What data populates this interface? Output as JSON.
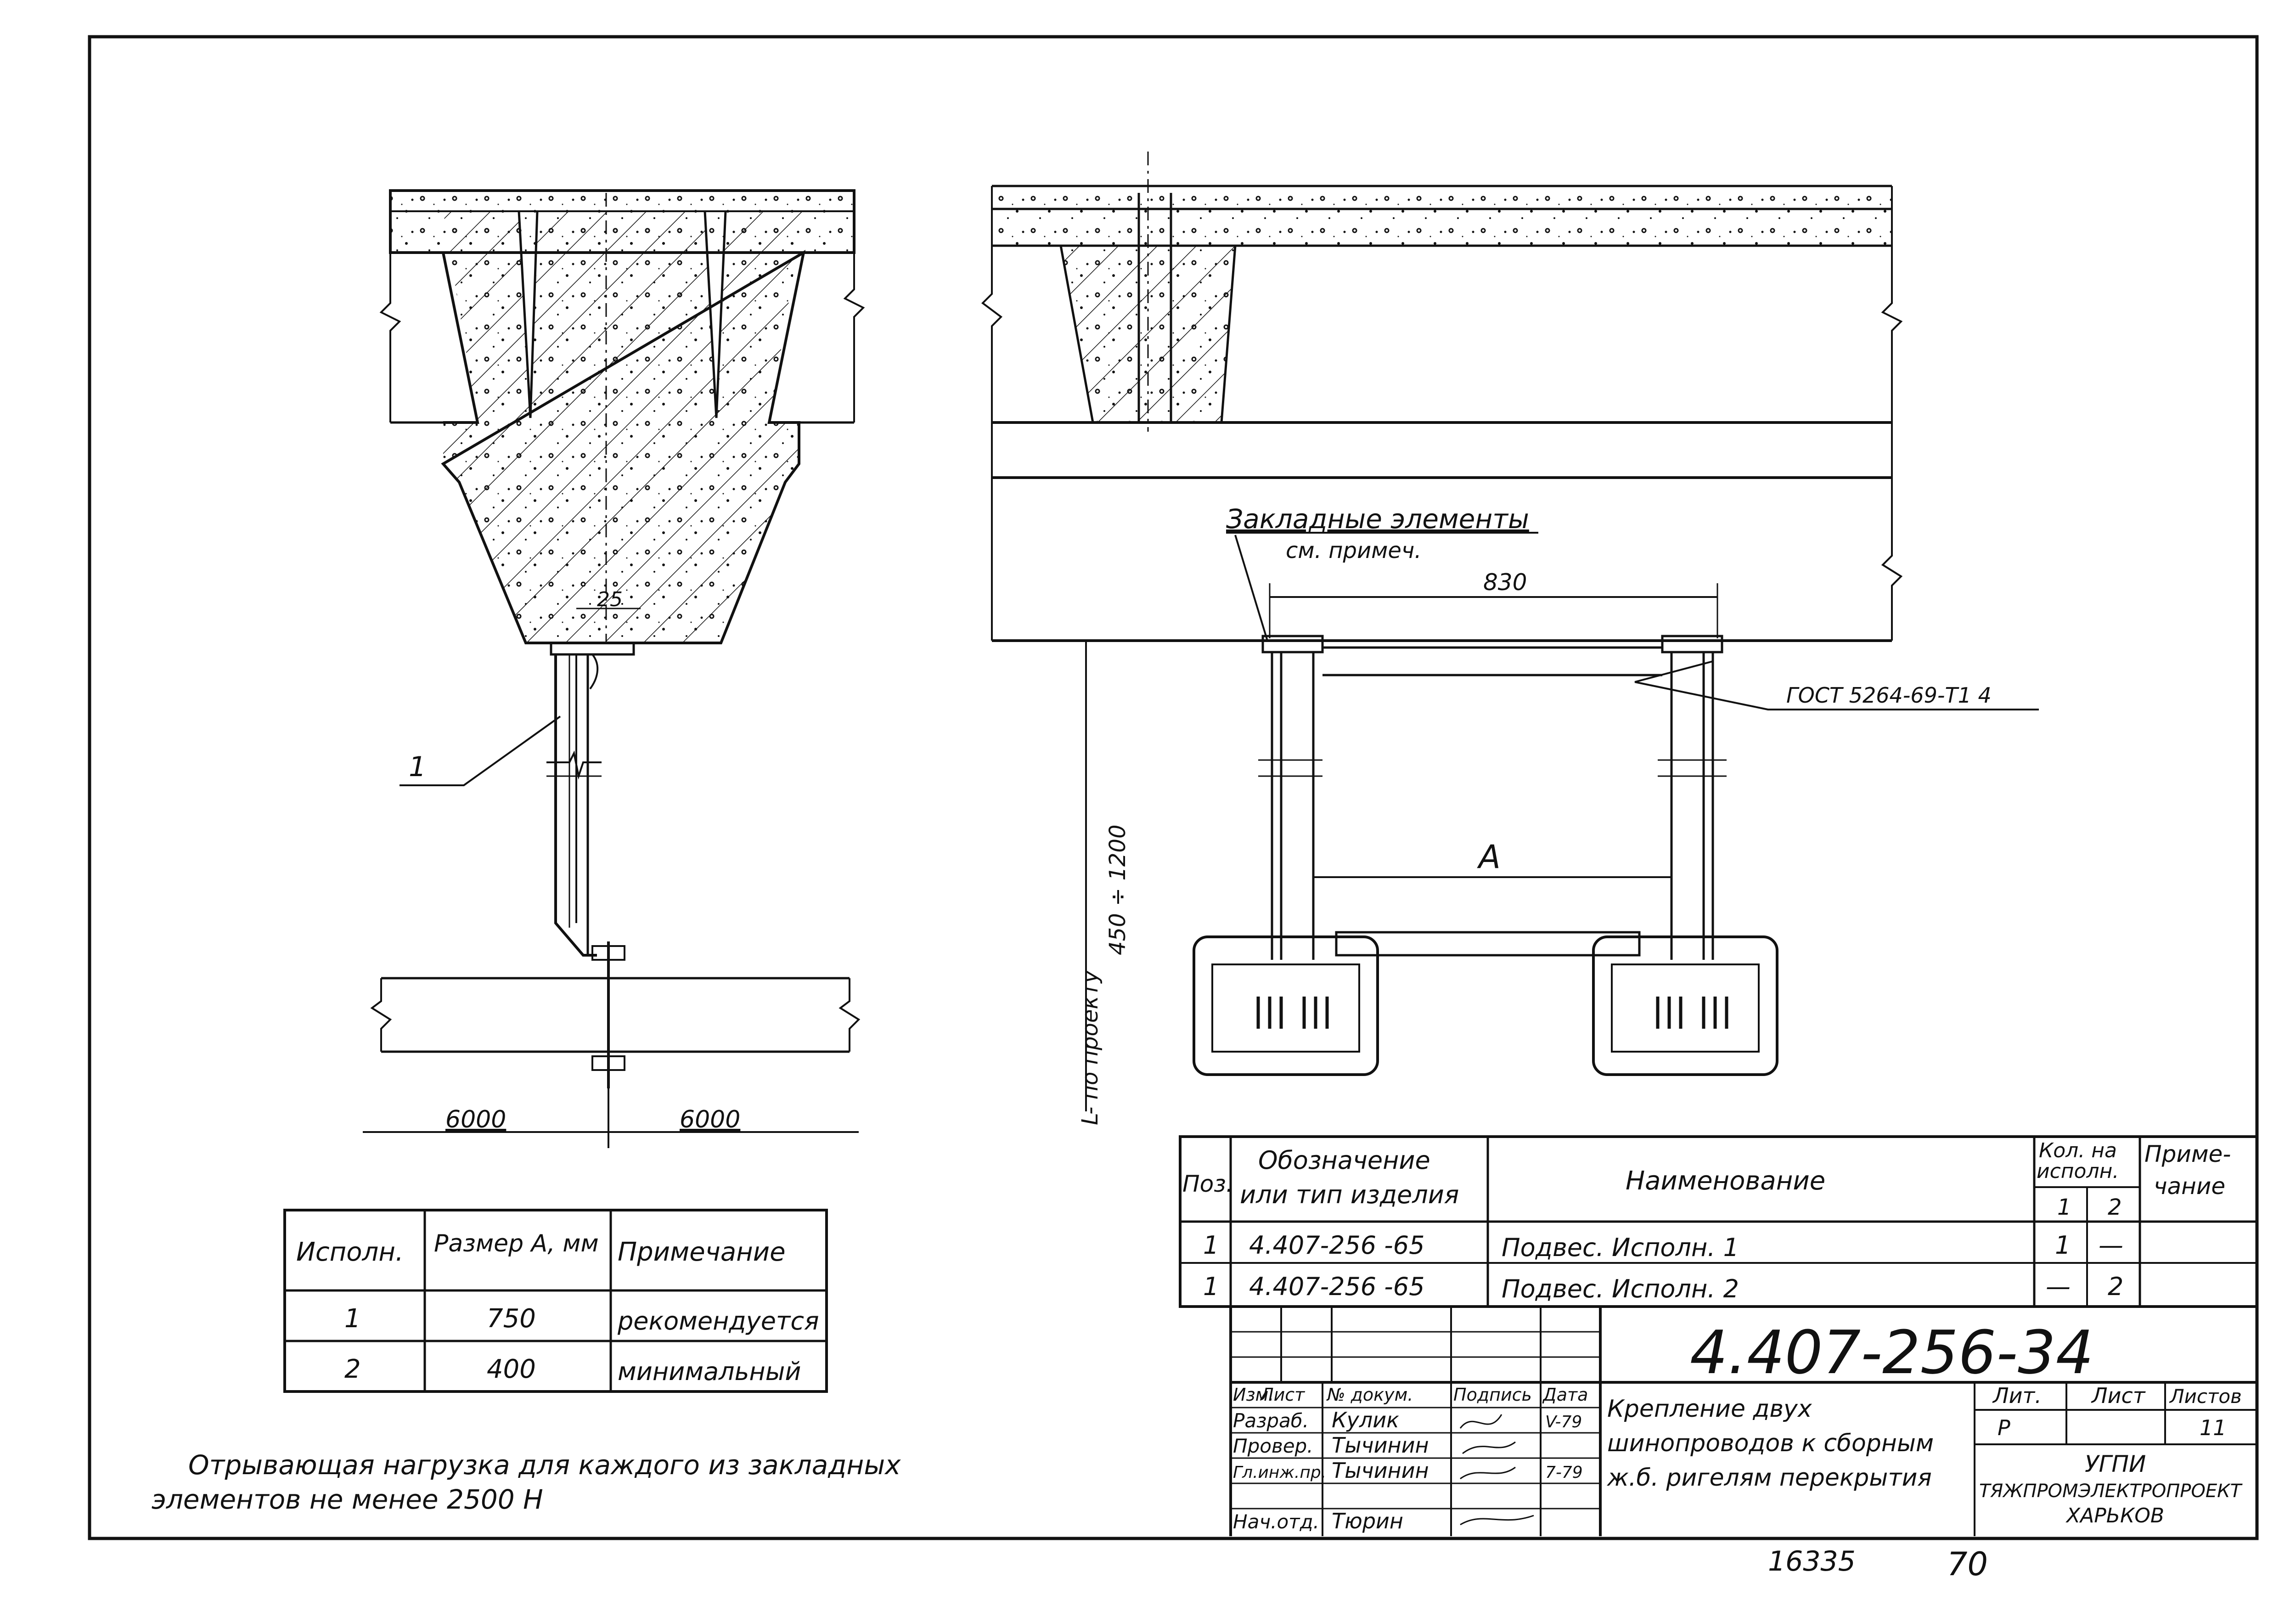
{
  "section_left": {
    "dim_25": "25",
    "pos_label": "1",
    "span_left": "6000",
    "span_right": "6000"
  },
  "section_right": {
    "embedded_label": "Закладные элементы",
    "embedded_note": "см. примеч.",
    "dim_830": "830",
    "weld_label": "ГОСТ 5264-69-Т1 4",
    "dim_A": "A",
    "l_project": "L- по проекту",
    "l_range": "450 ÷ 1200"
  },
  "variant_table": {
    "headers": [
      "Исполн.",
      "Размер А, мм",
      "Примечание"
    ],
    "rows": [
      [
        "1",
        "750",
        "рекомендуется"
      ],
      [
        "2",
        "400",
        "минимальный"
      ]
    ]
  },
  "note": {
    "line1": "Отрывающая нагрузка для каждого из закладных",
    "line2": "элементов   не менее    2500 Н"
  },
  "spec_table": {
    "h_pos": "Поз.",
    "h_designation_1": "Обозначение",
    "h_designation_2": "или тип изделия",
    "h_name": "Наименование",
    "h_qty_1": "Кол. на",
    "h_qty_2": "исполн.",
    "h_qty_v1": "1",
    "h_qty_v2": "2",
    "h_note_1": "Приме-",
    "h_note_2": "чание",
    "rows": [
      {
        "pos": "1",
        "designation": "4.407-256 -65",
        "name": "Подвес.   Исполн. 1",
        "q1": "1",
        "q2": "—"
      },
      {
        "pos": "1",
        "designation": "4.407-256 -65",
        "name": "Подвес.   Исполн. 2",
        "q1": "—",
        "q2": "2"
      }
    ]
  },
  "title_block": {
    "doc_number": "4.407-256-34",
    "h_izm": "Изм.",
    "h_list": "Лист",
    "h_doc": "№ докум.",
    "h_sign": "Подпись",
    "h_date": "Дата",
    "roles": [
      {
        "role": "Разраб.",
        "name": "Кулик",
        "date": "V-79"
      },
      {
        "role": "Провер.",
        "name": "Тычинин",
        "date": ""
      },
      {
        "role": "Гл.инж.пр.",
        "name": "Тычинин",
        "date": "7-79"
      },
      {
        "role": "Нач.отд.",
        "name": "Тюрин",
        "date": ""
      }
    ],
    "title_1": "Крепление двух",
    "title_2": "шинопроводов к сборным",
    "title_3": "ж.б. ригелям перекрытия",
    "h_lit": "Лит.",
    "h_sheet": "Лист",
    "h_sheets": "Листов",
    "lit": "Р",
    "sheets": "11",
    "org_1": "УГПИ",
    "org_2": "ТЯЖПРОМЭЛЕКТРОПРОЕКТ",
    "org_3": "ХАРЬКОВ"
  },
  "footer": {
    "inv": "16335",
    "page": "70"
  }
}
